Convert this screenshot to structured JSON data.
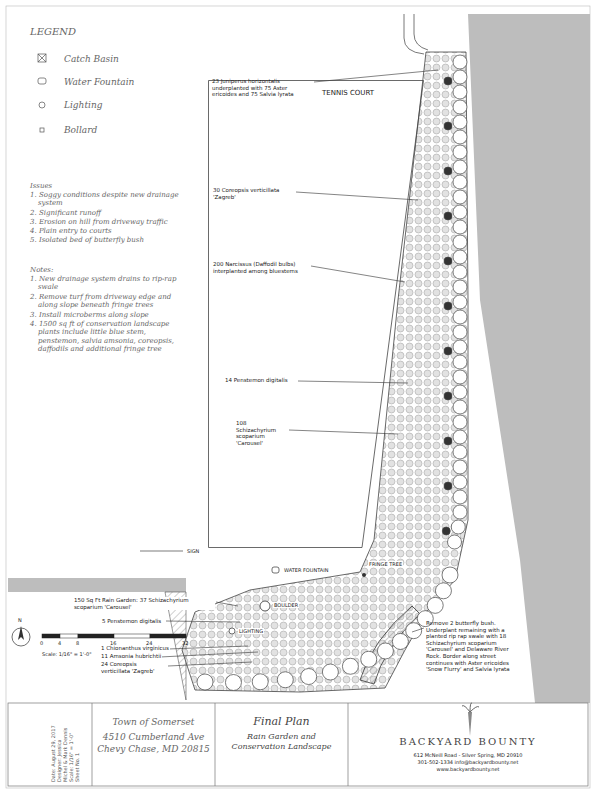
{
  "diagram": {
    "nodes": [
      {
        "text": [
          "TENNIS COURT"
        ]
      },
      {
        "text": [
          "Date: August 29, 2017",
          "Designer: Jessica",
          "Michel & Mark Dennis",
          "Scale: 1/16\" = 1'-0\"",
          "Sheet No. 1"
        ]
      },
      {
        "text": [
          "Town of Somerset",
          "4510 Cumberland Ave",
          "Chevy Chase, MD 20815"
        ]
      },
      {
        "text": [
          "Final Plan",
          "Rain Garden and Conservation Landscape"
        ]
      },
      {
        "text": [
          "BACKYARD BOUNTY",
          "612 McNeill Road - Silver Spring, MD 20910",
          "301-502-1334 info@backyardbounty.net",
          "www.backyardbounty.net"
        ]
      }
    ],
    "labels": [
      "LEGEND",
      "Issues",
      "1. Soggy conditions despite new drainage system",
      "2. Significant runoff",
      "3. Erosion on hill from driveway traffic",
      "4. Plain entry to courts",
      "5. Isolated bed of butterfly bush",
      "Notes:",
      "1. New drainage system drains to rip-rap swale",
      "2. Remove turf from driveway edge and along slope beneath fringe trees",
      "3. Install microberms along slope",
      "4. 1500 sq ft of conservation landscape plants include little blue stem, penstemon, salvia amsonia, coreopsis, daffodils and additional fringe tree",
      "23 Juniperus horizontalis underplanted with 75 Aster ericoides and 75 Salvia lyrata",
      "30 Coreopsis verticillata 'Zagreb'",
      "200 Narcissus (Daffodil bulbs) interplanted among bluestems",
      "14 Penstemon digitalis",
      "108 Schizachyrium scoparium 'Carousel'",
      "SIGN",
      "WATER FOUNTAIN",
      "FRINGE TREE",
      "150 Sq Ft Rain Garden: 37 Schizachyrium scoparium 'Carousel'",
      "5 Penstemon digitalis",
      "BOULDER",
      "1 Chionanthus virginicus",
      "11 Amsonia hubrichtii",
      "LIGHTING",
      "24 Coreopsis verticillata 'Zagreb'",
      "Remove 2 butterfly bush. Underplant remaining with a planted rip rap swale with 18 Schizachyrium scoparium 'Carousel' and Delaware River Rock. Border along street continues with Aster ericoides 'Snow Flurry' and Salvia lyrata",
      "N",
      "0",
      "4",
      "8",
      "16",
      "24",
      "32",
      "Scale: 1/16\" = 1'-0\""
    ],
    "legend": [
      {
        "text": "Catch Basin"
      },
      {
        "text": "Water Fountain"
      },
      {
        "text": "Lighting"
      },
      {
        "text": "Bollard"
      }
    ]
  }
}
